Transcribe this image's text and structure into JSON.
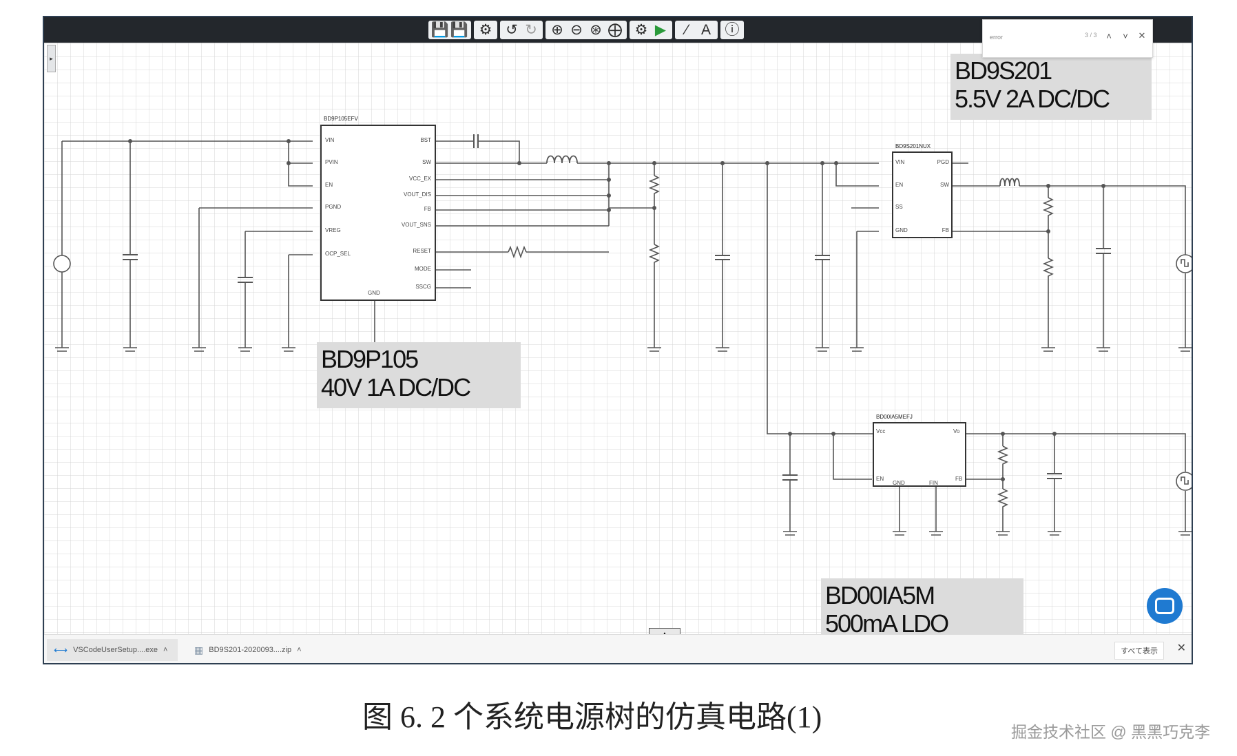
{
  "toolbar": {
    "buttons": [
      "save-icon",
      "save-as-icon",
      "settings-icon",
      "undo-icon",
      "redo-icon",
      "zoom-in-icon",
      "zoom-out-icon",
      "zoom-fit-icon",
      "center-icon",
      "simulation-settings-icon",
      "run-icon",
      "wire-icon",
      "text-icon",
      "help-icon"
    ]
  },
  "search": {
    "value": "error",
    "count": "3 / 3"
  },
  "schematic": {
    "ic1_name": "BD9P105EFV",
    "ic1_pins_left": [
      "VIN",
      "PVIN",
      "EN",
      "PGND",
      "VREG",
      "OCP_SEL"
    ],
    "ic1_pins_right": [
      "BST",
      "SW",
      "VCC_EX",
      "VOUT_DIS",
      "FB",
      "VOUT_SNS",
      "RESET",
      "MODE",
      "SSCG"
    ],
    "ic1_pin_bottom": "GND",
    "ic2_name": "BD9S201NUX",
    "ic2_pins_left": [
      "VIN",
      "EN",
      "SS",
      "GND"
    ],
    "ic2_pins_right": [
      "PGD",
      "SW",
      "FB"
    ],
    "ic3_name": "BD00IA5MEFJ",
    "ic3_pins": {
      "vcc": "Vcc",
      "vo": "Vo",
      "en": "EN",
      "gnd": "GND",
      "fin": "FIN",
      "fb": "FB"
    }
  },
  "notes": {
    "note1": [
      "BD9P105",
      "40V 1A DC/DC"
    ],
    "note2": [
      "BD9S201",
      "5.5V 2A DC/DC"
    ],
    "note3": [
      "BD00IA5M",
      "500mA LDO"
    ]
  },
  "downloads": {
    "item1": "VSCodeUserSetup....exe",
    "item2": "BD9S201-2020093....zip",
    "show_all": "すべて表示"
  },
  "caption": "图 6.   2 个系统电源树的仿真电路(1)",
  "watermark": "掘金技术社区 @ 黑黑巧克李"
}
